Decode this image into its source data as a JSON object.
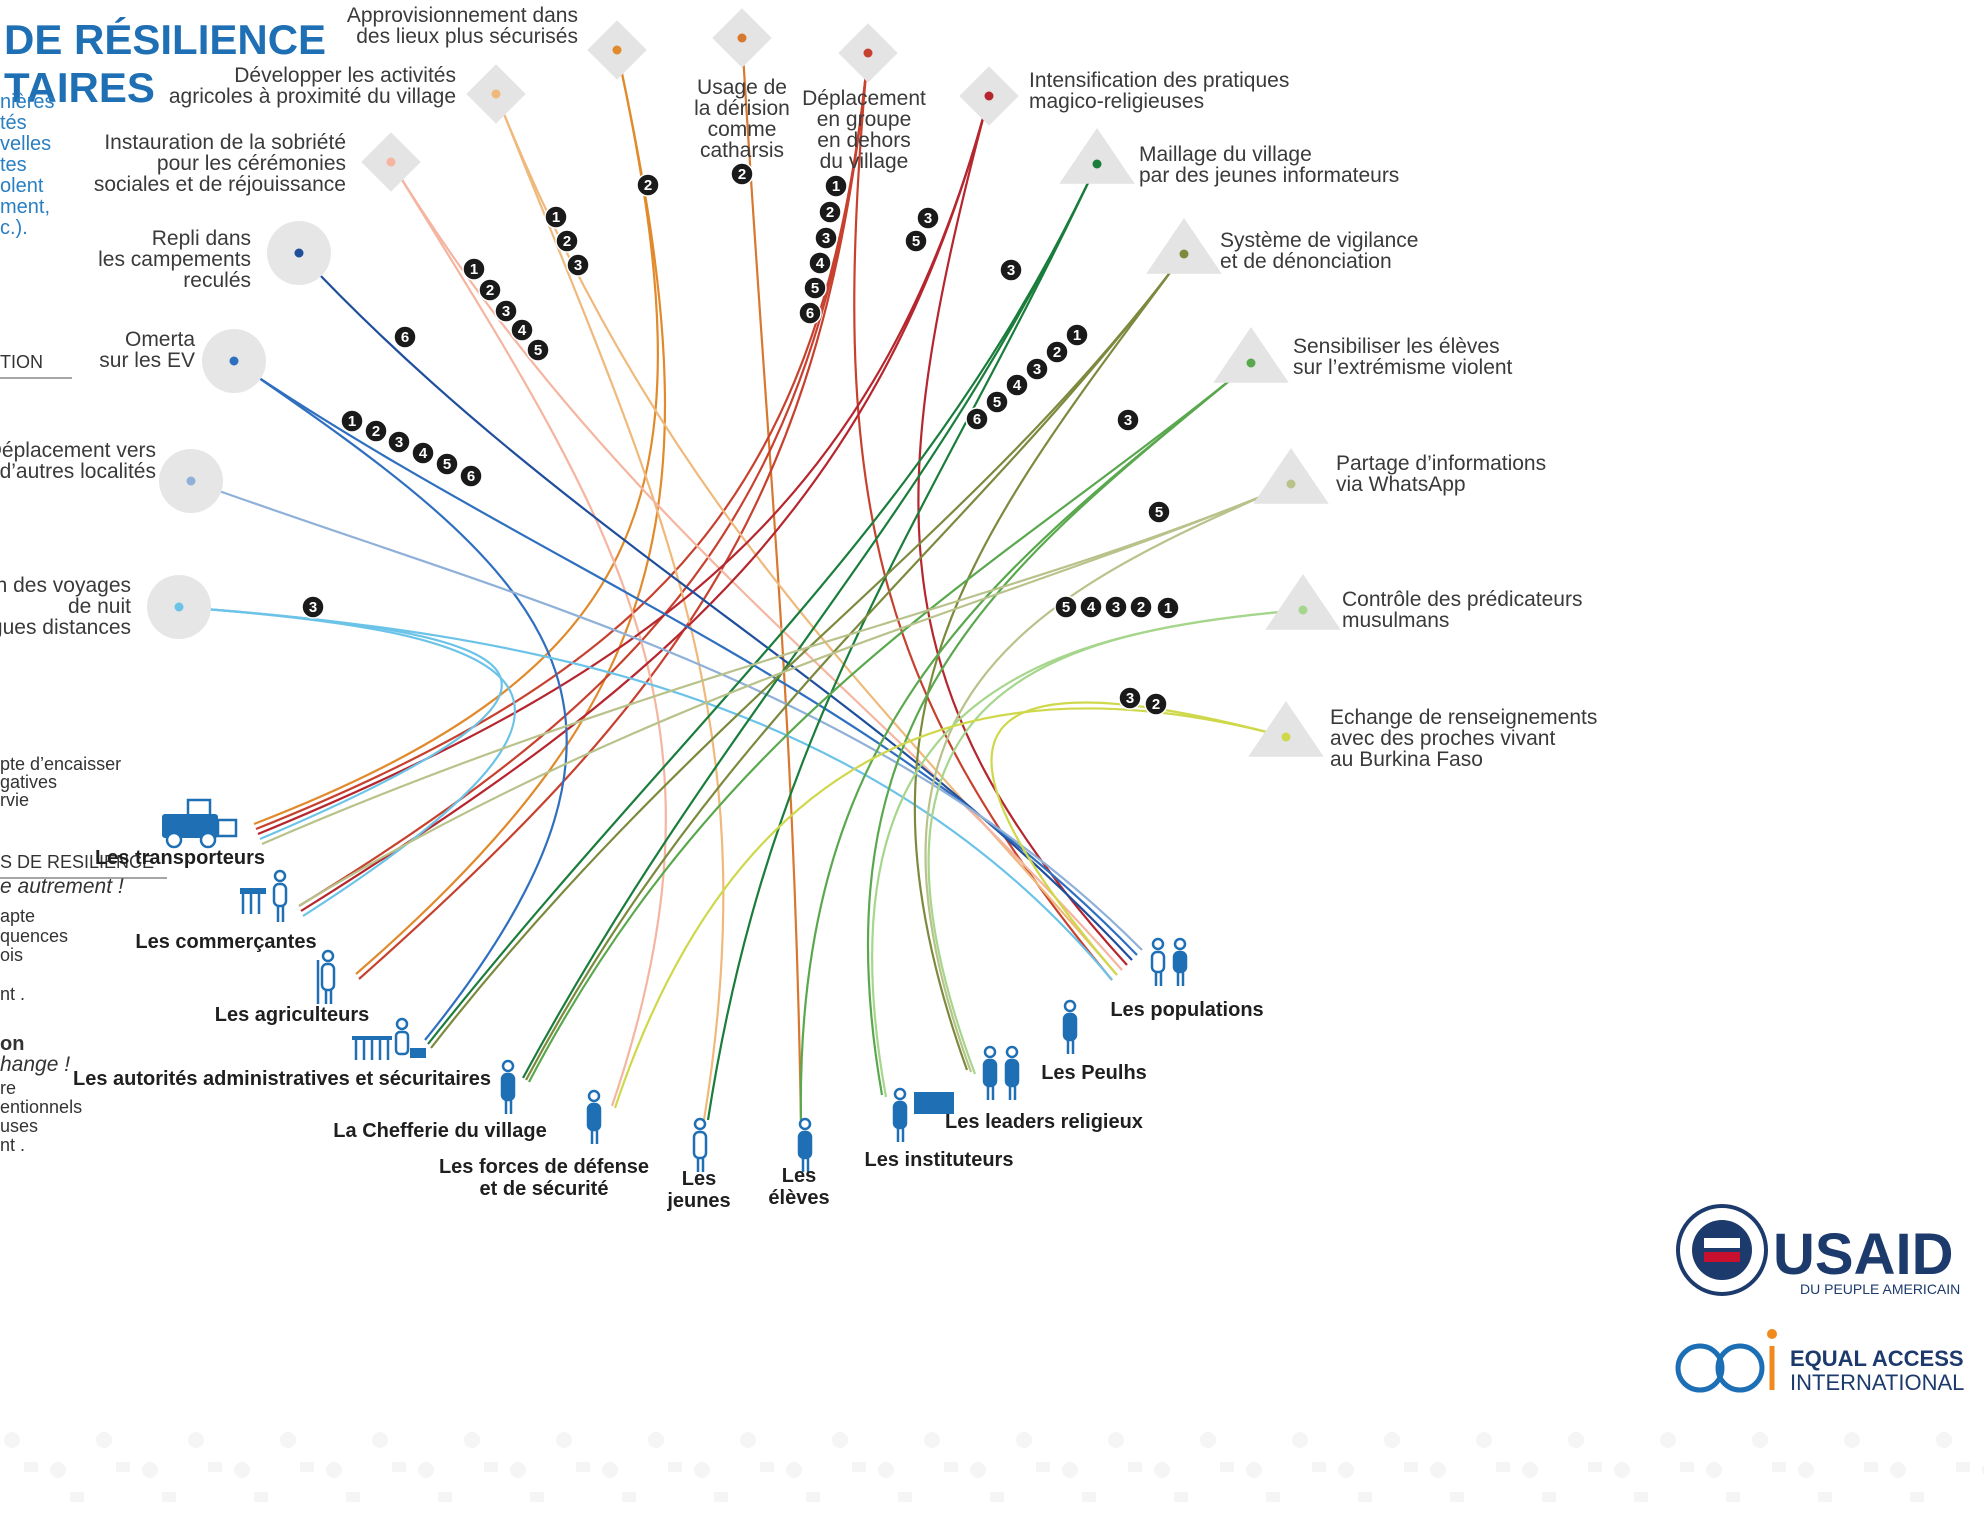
{
  "title": {
    "line1": "DE RÉSILIENCE",
    "line2": "TAIRES"
  },
  "intro_lines": [
    "nières",
    "tés",
    "velles",
    "tes",
    "olent",
    "ment,",
    "c.)."
  ],
  "section_headers": {
    "adaptation": "TION",
    "resilience": "S DE RESILIENCE"
  },
  "side_notes": [
    "pte d’encaisser",
    "gatives",
    "rvie",
    "e autrement !",
    "apte",
    "quences",
    "ois",
    "nt .",
    "on",
    "hange !",
    "re",
    "entionnels",
    "uses",
    "nt ."
  ],
  "strategies": [
    {
      "id": "s1",
      "lines": [
        "Approvisionnement dans",
        "des lieux plus sécurisés"
      ],
      "color": "#e08a2c",
      "badges": [
        "2"
      ]
    },
    {
      "id": "s2",
      "lines": [
        "Usage de",
        "la dérision",
        "comme",
        "catharsis"
      ],
      "color": "#d8782f",
      "badges": [
        "2"
      ]
    },
    {
      "id": "s3",
      "lines": [
        "Déplacement",
        "en groupe",
        "en dehors",
        "du village"
      ],
      "color": "#c7412f",
      "badges": [
        "1",
        "2",
        "3",
        "4",
        "5",
        "6"
      ]
    },
    {
      "id": "s4",
      "lines": [
        "Développer les activités",
        "agricoles à proximité du village"
      ],
      "color": "#f0b97c",
      "badges": [
        "1",
        "2",
        "3"
      ]
    },
    {
      "id": "s5",
      "lines": [
        "Instauration de la sobriété",
        "pour les cérémonies",
        "sociales et de réjouissance"
      ],
      "color": "#f5b5a0",
      "badges": [
        "1",
        "2",
        "3",
        "4",
        "5"
      ]
    },
    {
      "id": "s6",
      "lines": [
        "Intensification des pratiques",
        "magico-religieuses"
      ],
      "color": "#b5262e",
      "badges": [
        "3",
        "5"
      ]
    },
    {
      "id": "s7",
      "lines": [
        "Repli dans",
        "les campements",
        "reculés"
      ],
      "color": "#1f4e9c",
      "badges": [
        "6"
      ]
    },
    {
      "id": "s8",
      "lines": [
        "Omerta",
        "sur les EV"
      ],
      "color": "#2f6fbf",
      "badges": [
        "1",
        "2",
        "3",
        "4",
        "5",
        "6"
      ]
    },
    {
      "id": "s9",
      "lines": [
        "Déplacement vers",
        "d’autres localités"
      ],
      "color": "#8fb0d8",
      "badges": []
    },
    {
      "id": "s10",
      "lines": [
        "ction des voyages",
        "de nuit",
        "ongues distances"
      ],
      "color": "#6cc3e8",
      "badges": [
        "3"
      ]
    },
    {
      "id": "s11",
      "lines": [
        "Maillage du village",
        "par des jeunes informateurs"
      ],
      "color": "#1a7d3c",
      "badges": [
        "3"
      ]
    },
    {
      "id": "s12",
      "lines": [
        "Système de vigilance",
        "et de dénonciation"
      ],
      "color": "#7c8a3e",
      "badges": [
        "1",
        "2",
        "3",
        "4",
        "5",
        "6"
      ]
    },
    {
      "id": "s13",
      "lines": [
        "Sensibiliser les élèves",
        "sur l’extrémisme violent"
      ],
      "color": "#5aa84e",
      "badges": [
        "3"
      ]
    },
    {
      "id": "s14",
      "lines": [
        "Partage d’informations",
        "via WhatsApp"
      ],
      "color": "#b8c28a",
      "badges": [
        "5"
      ]
    },
    {
      "id": "s15",
      "lines": [
        "Contrôle des prédicateurs",
        "musulmans"
      ],
      "color": "#a6d68c",
      "badges": [
        "5",
        "4",
        "3",
        "2",
        "1"
      ]
    },
    {
      "id": "s16",
      "lines": [
        "Echange de renseignements",
        "avec des proches vivant",
        "au Burkina Faso"
      ],
      "color": "#cfd84a",
      "badges": [
        "3",
        "2"
      ]
    }
  ],
  "actors": [
    {
      "id": "a1",
      "lines": [
        "Les transporteurs"
      ],
      "icon": "truck-icon"
    },
    {
      "id": "a2",
      "lines": [
        "Les commerçantes"
      ],
      "icon": "market-woman-icon"
    },
    {
      "id": "a3",
      "lines": [
        "Les agriculteurs"
      ],
      "icon": "farmer-icon"
    },
    {
      "id": "a4",
      "lines": [
        "Les autorités administratives et sécuritaires"
      ],
      "icon": "official-desk-icon"
    },
    {
      "id": "a5",
      "lines": [
        "La Chefferie du village"
      ],
      "icon": "chief-icon"
    },
    {
      "id": "a6",
      "lines": [
        "Les forces de défense",
        "et de sécurité"
      ],
      "icon": "soldier-icon"
    },
    {
      "id": "a7",
      "lines": [
        "Les",
        "jeunes"
      ],
      "icon": "youth-icon"
    },
    {
      "id": "a8",
      "lines": [
        "Les",
        "élèves"
      ],
      "icon": "student-icon"
    },
    {
      "id": "a9",
      "lines": [
        "Les instituteurs"
      ],
      "icon": "teacher-icon"
    },
    {
      "id": "a10",
      "lines": [
        "Les leaders religieux"
      ],
      "icon": "religious-leader-icon"
    },
    {
      "id": "a11",
      "lines": [
        "Les Peulhs"
      ],
      "icon": "peulh-icon"
    },
    {
      "id": "a12",
      "lines": [
        "Les populations"
      ],
      "icon": "people-icon"
    }
  ],
  "logos": {
    "usaid_name": "USAID",
    "usaid_tagline": "DU PEUPLE AMERICAIN",
    "eai_line1": "EQUAL ACCESS",
    "eai_line2": "INTERNATIONAL"
  }
}
